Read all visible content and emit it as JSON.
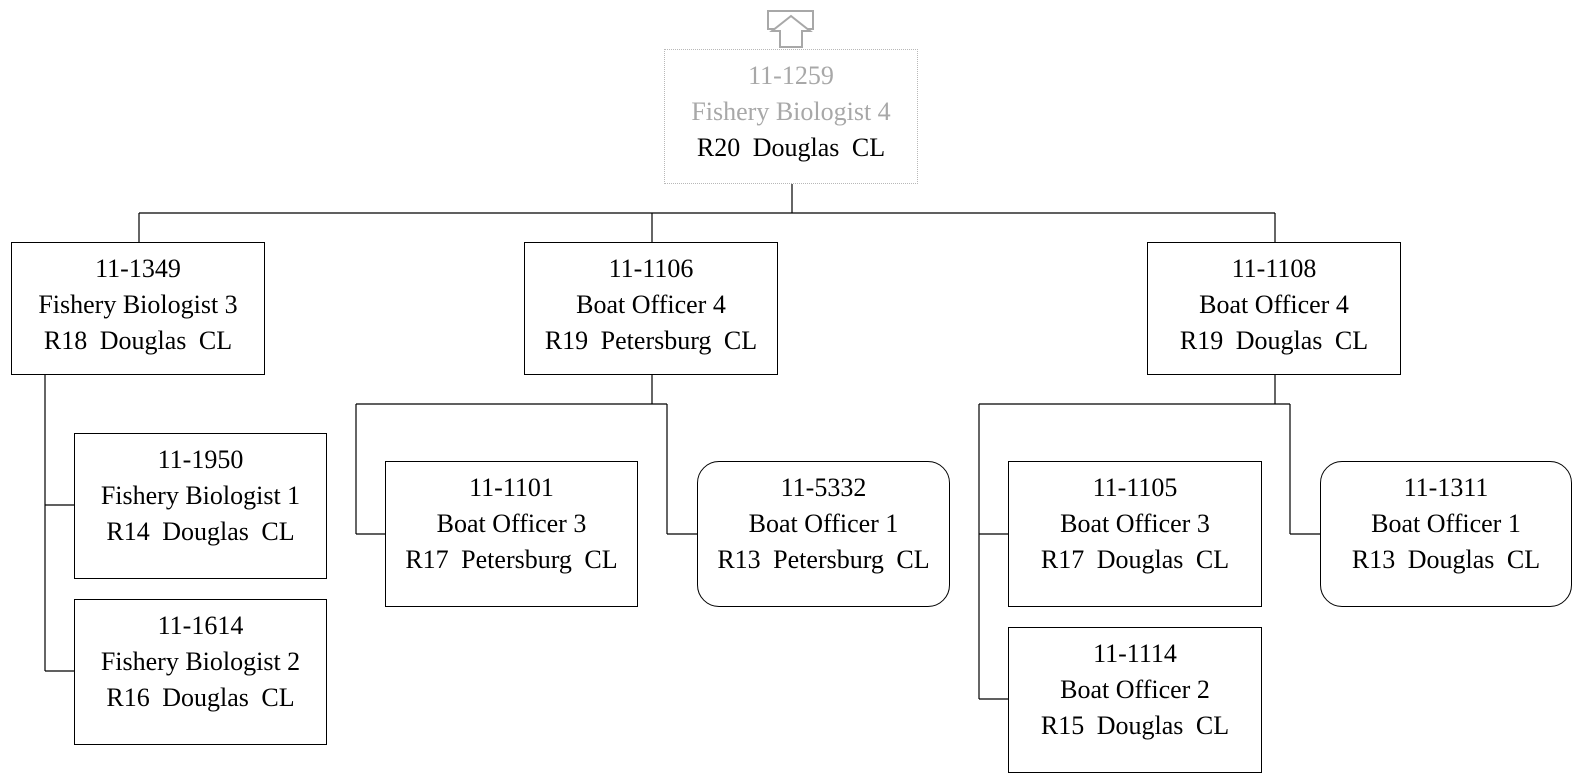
{
  "up_arrow_icon": "up-arrow-icon",
  "colors": {
    "line": "#000000",
    "faded_text": "#a8a8a8",
    "faded_border": "#b8b8b8"
  },
  "root": {
    "id": "11-1259",
    "title": "Fishery Biologist 4",
    "details": "R20 Douglas CL"
  },
  "n1349": {
    "id": "11-1349",
    "title": "Fishery Biologist 3",
    "details": "R18 Douglas CL"
  },
  "n1106": {
    "id": "11-1106",
    "title": "Boat Officer 4",
    "details": "R19 Petersburg CL"
  },
  "n1108": {
    "id": "11-1108",
    "title": "Boat Officer 4",
    "details": "R19 Douglas CL"
  },
  "n1950": {
    "id": "11-1950",
    "title": "Fishery Biologist 1",
    "details": "R14 Douglas CL"
  },
  "n1614": {
    "id": "11-1614",
    "title": "Fishery Biologist 2",
    "details": "R16 Douglas CL"
  },
  "n1101": {
    "id": "11-1101",
    "title": "Boat Officer 3",
    "details": "R17 Petersburg CL"
  },
  "n5332": {
    "id": "11-5332",
    "title": "Boat Officer 1",
    "details": "R13 Petersburg CL"
  },
  "n1105": {
    "id": "11-1105",
    "title": "Boat Officer 3",
    "details": "R17 Douglas CL"
  },
  "n1114": {
    "id": "11-1114",
    "title": "Boat Officer 2",
    "details": "R15 Douglas CL"
  },
  "n1311": {
    "id": "11-1311",
    "title": "Boat Officer 1",
    "details": "R13 Douglas CL"
  }
}
